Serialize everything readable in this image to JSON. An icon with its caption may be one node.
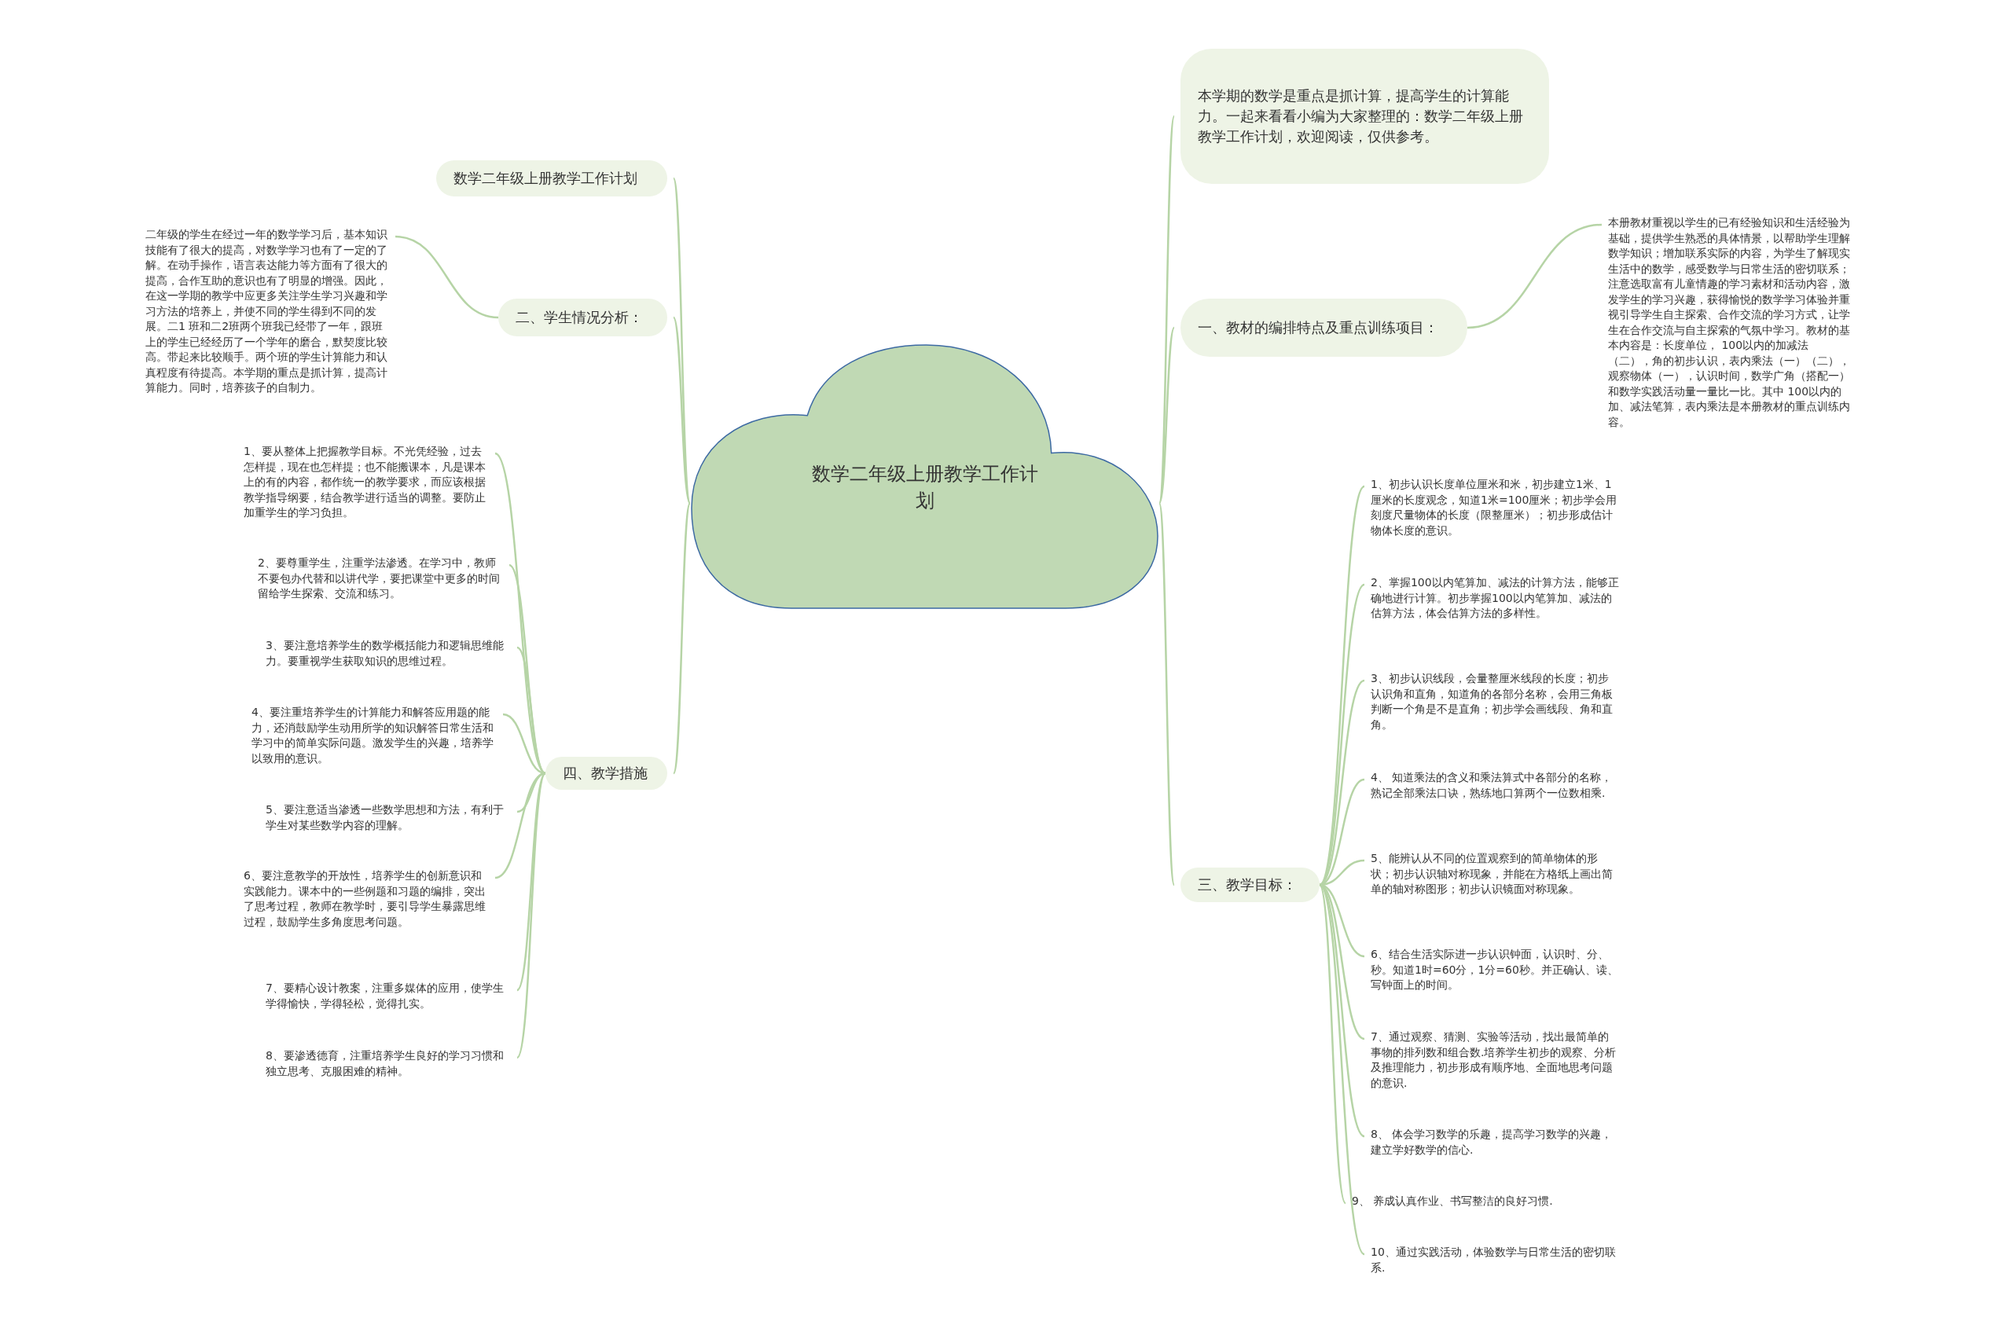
{
  "diagram": {
    "nodes": [
      {
        "text": [
          "数学二年级上册教学工作计划"
        ]
      },
      {
        "text": [
          "本学期的数学是重点是抓计算，提高学生的计算能力。一起来看看小编为大家整理的：数学二年级上册教学工作计划，欢迎阅读，仅供参考。"
        ]
      },
      {
        "text": [
          "数学二年级上册教学工作计划"
        ]
      },
      {
        "text": [
          "一、教材的编排特点及重点训练项目："
        ]
      },
      {
        "text": [
          "本册教材重视以学生的已有经验知识和生活经验为基础，提供学生熟悉的具体情景，以帮助学生理解数学知识；增加联系实际的内容，为学生了解现实生活中的数学，感受数学与日常生活的密切联系；注意选取富有儿童情趣的学习素材和活动内容，激发学生的学习兴趣，获得愉悦的数学学习体验并重视引导学生自主探索、合作交流的学习方式，让学生在合作交流与自主探索的气氛中学习。教材的基本内容是：长度单位， 100以内的加减法（二），角的初步认识，表内乘法（一）（二），观察物体（一），认识时间，数学广角（搭配一）和数学实践活动量一量比一比。其中 100以内的加、减法笔算，表内乘法是本册教材的重点训练内容。"
        ]
      },
      {
        "text": [
          "二、学生情况分析："
        ]
      },
      {
        "text": [
          "二年级的学生在经过一年的数学学习后，基本知识技能有了很大的提高，对数学学习也有了一定的了解。在动手操作，语言表达能力等方面有了很大的提高，合作互助的意识也有了明显的增强。因此，在这一学期的教学中应更多关注学生学习兴趣和学习方法的培养上，并使不同的学生得到不同的发展。二1 班和二2班两个班我已经带了一年，跟班上的学生已经经历了一个学年的磨合，默契度比较高。带起来比较顺手。两个班的学生计算能力和认真程度有待提高。本学期的重点是抓计算，提高计算能力。同时，培养孩子的自制力。"
        ]
      },
      {
        "text": [
          "四、教学措施"
        ]
      },
      {
        "text": [
          "1、要从整体上把握教学目标。不光凭经验，过去怎样提，现在也怎样提；也不能搬课本，凡是课本上的有的内容，都作统一的教学要求，而应该根据教学指导纲要，结合教学进行适当的调整。要防止加重学生的学习负担。"
        ]
      },
      {
        "text": [
          "2、要尊重学生，注重学法渗透。在学习中，教师不要包办代替和以讲代学，要把课堂中更多的时间留给学生探索、交流和练习。"
        ]
      },
      {
        "text": [
          "3、要注意培养学生的数学概括能力和逻辑思维能力。要重视学生获取知识的思维过程。"
        ]
      },
      {
        "text": [
          "4、要注重培养学生的计算能力和解答应用题的能力，还消鼓励学生动用所学的知识解答日常生活和学习中的简单实际问题。激发学生的兴趣，培养学以致用的意识。"
        ]
      },
      {
        "text": [
          "5、要注意适当渗透一些数学思想和方法，有利于学生对某些数学内容的理解。"
        ]
      },
      {
        "text": [
          "6、要注意教学的开放性，培养学生的创新意识和实践能力。课本中的一些例题和习题的编排，突出了思考过程，教师在教学时，要引导学生暴露思维过程，鼓励学生多角度思考问题。"
        ]
      },
      {
        "text": [
          "7、要精心设计教案，注重多媒体的应用，使学生学得愉快，学得轻松，觉得扎实。"
        ]
      },
      {
        "text": [
          "8、要渗透德育，注重培养学生良好的学习习惯和独立思考、克服困难的精神。"
        ]
      },
      {
        "text": [
          "三、教学目标："
        ]
      },
      {
        "text": [
          "1、初步认识长度单位厘米和米，初步建立1米、1厘米的长度观念，知道1米=100厘米；初步学会用刻度尺量物体的长度（限整厘米）；初步形成估计物体长度的意识。"
        ]
      },
      {
        "text": [
          "2、掌握100以内笔算加、减法的计算方法，能够正确地进行计算。初步掌握100以内笔算加、减法的估算方法，体会估算方法的多样性。"
        ]
      },
      {
        "text": [
          "3、初步认识线段，会量整厘米线段的长度；初步认识角和直角，知道角的各部分名称，会用三角板判断一个角是不是直角；初步学会画线段、角和直角。"
        ]
      },
      {
        "text": [
          "4、 知道乘法的含义和乘法算式中各部分的名称，熟记全部乘法口诀，熟练地口算两个一位数相乘."
        ]
      },
      {
        "text": [
          "5、能辨认从不同的位置观察到的简单物体的形状；初步认识轴对称现象，并能在方格纸上画出简单的轴对称图形；初步认识镜面对称现象。"
        ]
      },
      {
        "text": [
          "6、结合生活实际进一步认识钟面，认识时、分、秒。知道1时=60分，1分=60秒。并正确认、读、写钟面上的时间。"
        ]
      },
      {
        "text": [
          "7、通过观察、猜测、实验等活动，找出最简单的事物的排列数和组合数.培养学生初步的观察、分析及推理能力，初步形成有顺序地、全面地思考问题的意识."
        ]
      },
      {
        "text": [
          "8、 体会学习数学的乐趣，提高学习数学的兴趣，建立学好数学的信心."
        ]
      },
      {
        "text": [
          "9、 养成认真作业、书写整洁的良好习惯."
        ]
      },
      {
        "text": [
          "10、通过实践活动，体验数学与日常生活的密切联系."
        ]
      }
    ],
    "edges": [
      {
        "from": 0,
        "to": 1,
        "arrow": "none"
      },
      {
        "from": 0,
        "to": 2,
        "arrow": "none"
      },
      {
        "from": 0,
        "to": 3,
        "arrow": "none"
      },
      {
        "from": 3,
        "to": 4,
        "arrow": "none"
      },
      {
        "from": 0,
        "to": 5,
        "arrow": "none"
      },
      {
        "from": 5,
        "to": 6,
        "arrow": "none"
      },
      {
        "from": 0,
        "to": 7,
        "arrow": "none"
      },
      {
        "from": 7,
        "to": 8,
        "arrow": "none"
      },
      {
        "from": 7,
        "to": 9,
        "arrow": "none"
      },
      {
        "from": 7,
        "to": 10,
        "arrow": "none"
      },
      {
        "from": 7,
        "to": 11,
        "arrow": "none"
      },
      {
        "from": 7,
        "to": 12,
        "arrow": "none"
      },
      {
        "from": 7,
        "to": 13,
        "arrow": "none"
      },
      {
        "from": 7,
        "to": 14,
        "arrow": "none"
      },
      {
        "from": 7,
        "to": 15,
        "arrow": "none"
      },
      {
        "from": 0,
        "to": 16,
        "arrow": "none"
      },
      {
        "from": 16,
        "to": 17,
        "arrow": "none"
      },
      {
        "from": 16,
        "to": 18,
        "arrow": "none"
      },
      {
        "from": 16,
        "to": 19,
        "arrow": "none"
      },
      {
        "from": 16,
        "to": 20,
        "arrow": "none"
      },
      {
        "from": 16,
        "to": 21,
        "arrow": "none"
      },
      {
        "from": 16,
        "to": 22,
        "arrow": "none"
      },
      {
        "from": 16,
        "to": 23,
        "arrow": "none"
      },
      {
        "from": 16,
        "to": 24,
        "arrow": "none"
      },
      {
        "from": 16,
        "to": 25,
        "arrow": "none"
      },
      {
        "from": 16,
        "to": 26,
        "arrow": "none"
      }
    ]
  }
}
